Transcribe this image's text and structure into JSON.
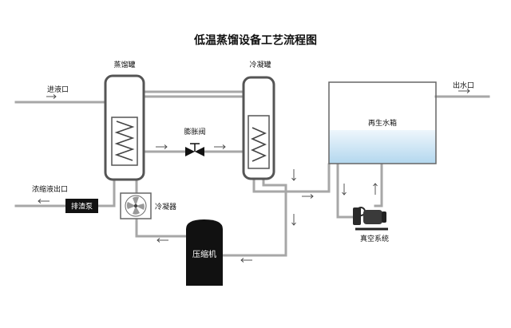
{
  "diagram": {
    "title": "低温蒸馏设备工艺流程图",
    "labels": {
      "evaporator": "蒸馏罐",
      "condenser_tank": "冷凝罐",
      "feed_inlet": "进液口",
      "concentrate_outlet": "浓缩液出口",
      "expansion_valve": "膨胀阀",
      "slag_pump": "排渣泵",
      "condenser": "冷凝器",
      "compressor": "压缩机",
      "reclaimed_water_tank": "再生水箱",
      "water_outlet": "出水口",
      "vacuum_system": "真空系统"
    },
    "colors": {
      "pipe": "#a7a7a7",
      "outline": "#555555",
      "water_top": "#eef6fc",
      "water_bottom": "#b3d7ee",
      "dark_equipment": "#111111"
    }
  }
}
